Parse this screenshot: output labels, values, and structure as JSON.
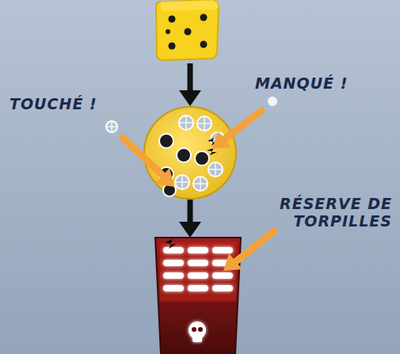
{
  "diagram": {
    "labels": [
      "TOUCHÉ !",
      "MANQUÉ !",
      "RÉSERVE DE TORPILLES"
    ]
  }
}
